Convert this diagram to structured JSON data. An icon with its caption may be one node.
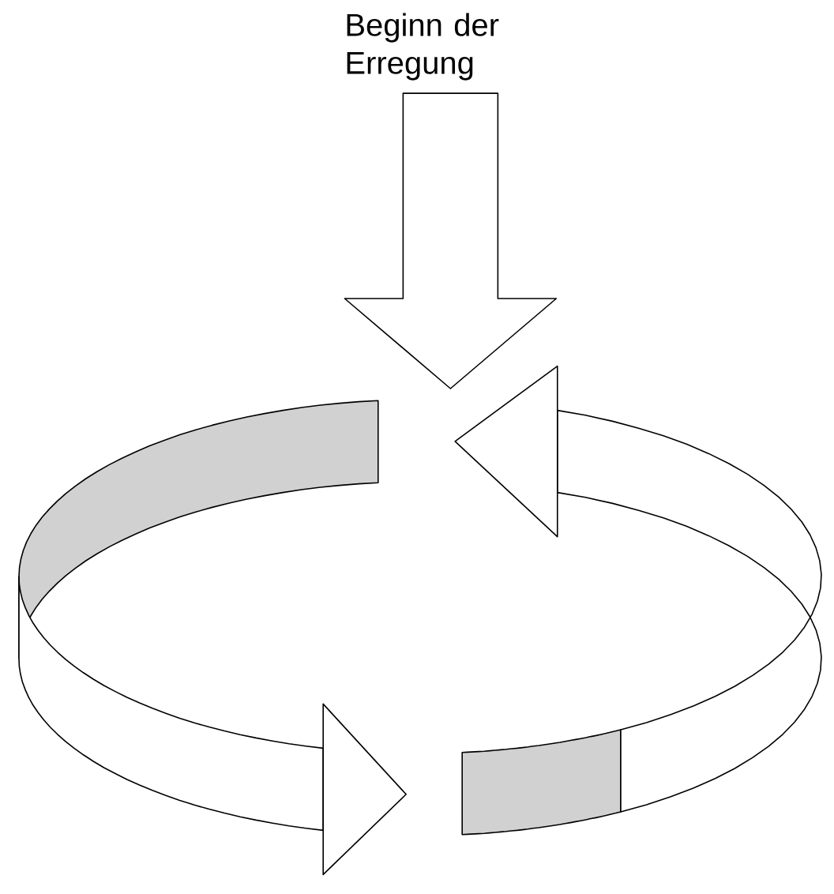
{
  "diagram": {
    "nodes": [
      {
        "text": [
          "Beginn der Erregung"
        ]
      },
      {
        "text": [],
        "shape": "picture"
      }
    ],
    "edges": [
      {
        "from": 0,
        "to": 1,
        "arrow": "to"
      }
    ]
  }
}
